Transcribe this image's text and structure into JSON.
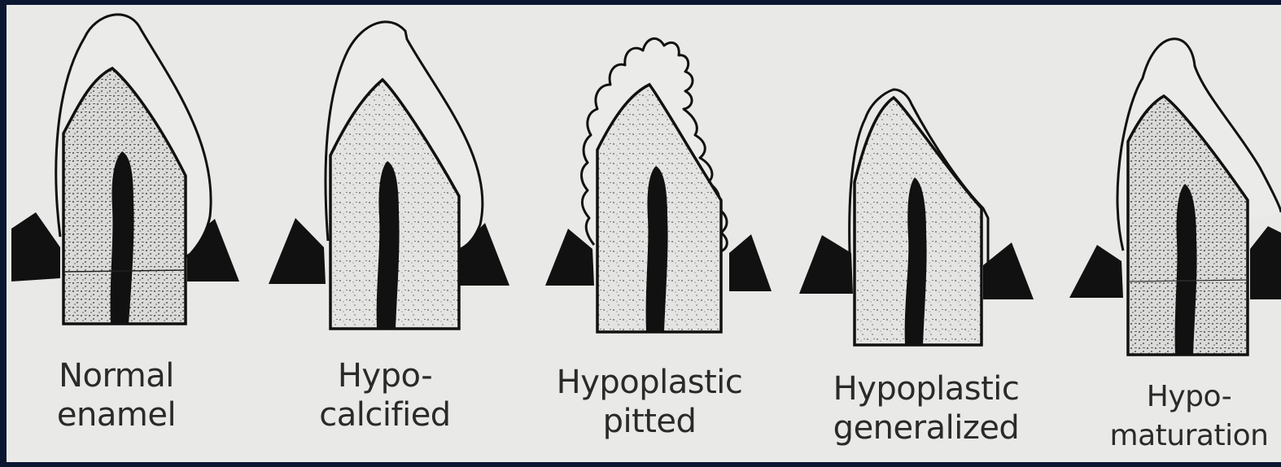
{
  "diagram": {
    "teeth": [
      {
        "name": "normal-enamel",
        "label_lines": [
          "Normal",
          "enamel"
        ]
      },
      {
        "name": "hypocalcified",
        "label_lines": [
          "Hypo-",
          "calcified"
        ]
      },
      {
        "name": "hypoplastic-pitted",
        "label_lines": [
          "Hypoplastic",
          "pitted"
        ]
      },
      {
        "name": "hypoplastic-generalized",
        "label_lines": [
          "Hypoplastic",
          "generalized"
        ]
      },
      {
        "name": "hypomaturation",
        "label_lines": [
          "Hypo-",
          "maturation"
        ]
      }
    ]
  }
}
